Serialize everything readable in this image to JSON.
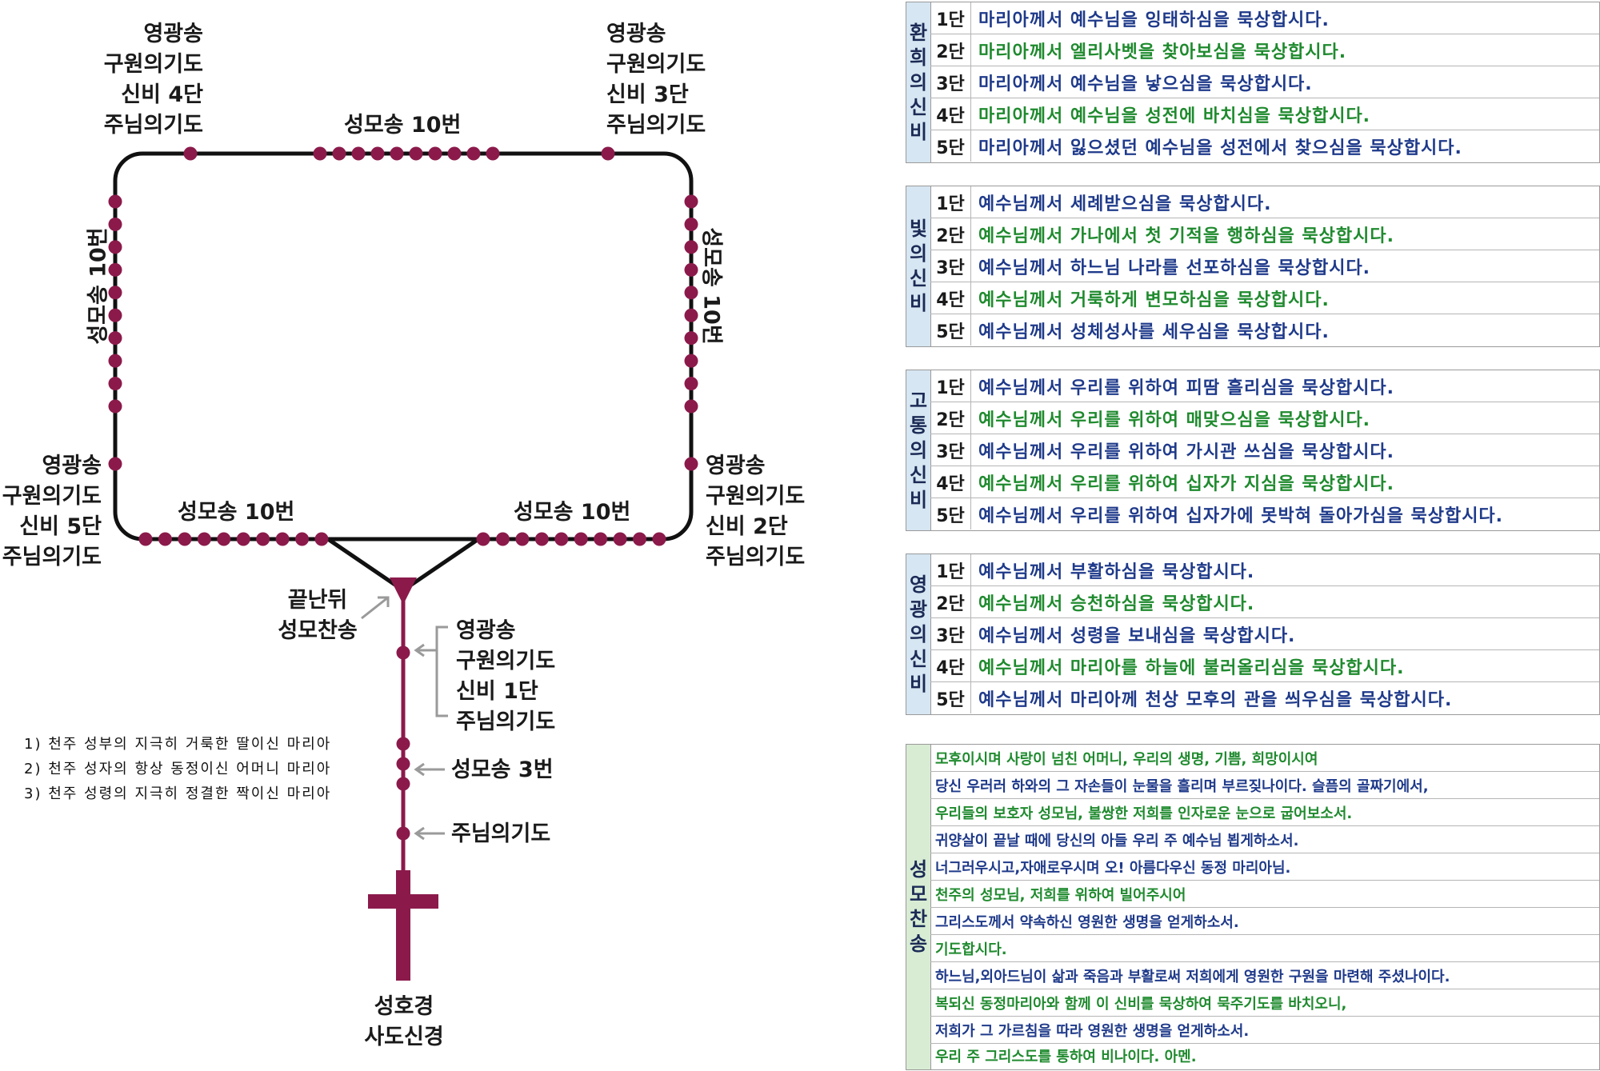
{
  "colors": {
    "bead": "#8b1a4b",
    "chain": "#111111",
    "arrow": "#9a9a9a",
    "blue_text": "#1f3a8a",
    "green_text": "#1f8a2e",
    "header_bg": "#d6e6f2"
  },
  "diagram": {
    "top_left": [
      "영광송",
      "구원의기도",
      "신비 4단",
      "주님의기도"
    ],
    "top_right": [
      "영광송",
      "구원의기도",
      "신비 3단",
      "주님의기도"
    ],
    "top_mid": "성모송 10번",
    "left_side": "성모송 10번",
    "right_side": "성모송 10번",
    "bottom_left_side": [
      "영광송",
      "구원의기도",
      "신비 5단",
      "주님의기도"
    ],
    "bottom_right_side": [
      "영광송",
      "구원의기도",
      "신비 2단",
      "주님의기도"
    ],
    "bottom_left_mid": "성모송 10번",
    "bottom_right_mid": "성모송 10번",
    "end_hymn": [
      "끝난뒤",
      "성모찬송"
    ],
    "pendant_mystery": [
      "영광송",
      "구원의기도",
      "신비 1단",
      "주님의기도"
    ],
    "three_hail": "성모송 3번",
    "our_father": "주님의기도",
    "cross": [
      "성호경",
      "사도신경"
    ],
    "notes": [
      "1) 천주 성부의 지극히 거룩한 딸이신 마리아",
      "2) 천주 성자의 항상 동정이신 어머니 마리아",
      "3) 천주 성령의 지극히 정결한 짝이신 마리아"
    ]
  },
  "mysteries": [
    {
      "title": "환희의신비",
      "rows": [
        {
          "num": "1단",
          "text": "마리아께서 예수님을 잉태하심을 묵상합시다."
        },
        {
          "num": "2단",
          "text": "마리아께서 엘리사벳을 찾아보심을 묵상합시다."
        },
        {
          "num": "3단",
          "text": "마리아께서 예수님을 낳으심을 묵상합시다."
        },
        {
          "num": "4단",
          "text": "마리아께서 예수님을 성전에 바치심을 묵상합시다."
        },
        {
          "num": "5단",
          "text": "마리아께서 잃으셨던 예수님을 성전에서 찾으심을 묵상합시다."
        }
      ]
    },
    {
      "title": "빛의신비",
      "rows": [
        {
          "num": "1단",
          "text": "예수님께서 세례받으심을 묵상합시다."
        },
        {
          "num": "2단",
          "text": "예수님께서 가나에서 첫 기적을 행하심을 묵상합시다."
        },
        {
          "num": "3단",
          "text": "예수님께서 하느님 나라를 선포하심을 묵상합시다."
        },
        {
          "num": "4단",
          "text": "예수님께서 거룩하게 변모하심을 묵상합시다."
        },
        {
          "num": "5단",
          "text": "예수님께서 성체성사를 세우심을 묵상합시다."
        }
      ]
    },
    {
      "title": "고통의신비",
      "rows": [
        {
          "num": "1단",
          "text": "예수님께서 우리를 위하여 피땀 흘리심을 묵상합시다."
        },
        {
          "num": "2단",
          "text": "예수님께서 우리를 위하여 매맞으심을 묵상합시다."
        },
        {
          "num": "3단",
          "text": "예수님께서 우리를 위하여 가시관 쓰심을 묵상합시다."
        },
        {
          "num": "4단",
          "text": "예수님께서 우리를 위하여 십자가 지심을 묵상합시다."
        },
        {
          "num": "5단",
          "text": "예수님께서 우리를 위하여 십자가에 못박혀 돌아가심을 묵상합시다."
        }
      ]
    },
    {
      "title": "영광의신비",
      "rows": [
        {
          "num": "1단",
          "text": "예수님께서 부활하심을 묵상합시다."
        },
        {
          "num": "2단",
          "text": "예수님께서 승천하심을 묵상합시다."
        },
        {
          "num": "3단",
          "text": "예수님께서 성령을 보내심을 묵상합시다."
        },
        {
          "num": "4단",
          "text": "예수님께서 마리아를 하늘에 불러올리심을 묵상합시다."
        },
        {
          "num": "5단",
          "text": "예수님께서 마리아께 천상 모후의 관을 씌우심을 묵상합시다."
        }
      ]
    }
  ],
  "hymn": {
    "title": "성모찬송",
    "lines": [
      "모후이시며 사랑이 넘친 어머니, 우리의 생명, 기쁨, 희망이시여",
      "당신 우러러 하와의 그 자손들이 눈물을 흘리며 부르짖나이다. 슬픔의 골짜기에서,",
      "우리들의 보호자 성모님, 불쌍한 저희를 인자로운 눈으로 굽어보소서.",
      "귀양살이 끝날 때에 당신의 아들 우리 주 예수님 뵙게하소서.",
      "너그러우시고,자애로우시며 오! 아름다우신 동정 마리아님.",
      "천주의 성모님, 저희를 위하여 빌어주시어",
      "그리스도께서 약속하신 영원한 생명을 얻게하소서.",
      "기도합시다.",
      "하느님,외아드님이 삶과 죽음과 부활로써 저희에게 영원한 구원을 마련해 주셨나이다.",
      "복되신 동정마리아와 함께 이 신비를 묵상하여 묵주기도를 바치오니,",
      "저희가 그 가르침을 따라 영원한 생명을 얻게하소서.",
      "우리 주 그리스도를 통하여 비나이다. 아멘."
    ]
  }
}
